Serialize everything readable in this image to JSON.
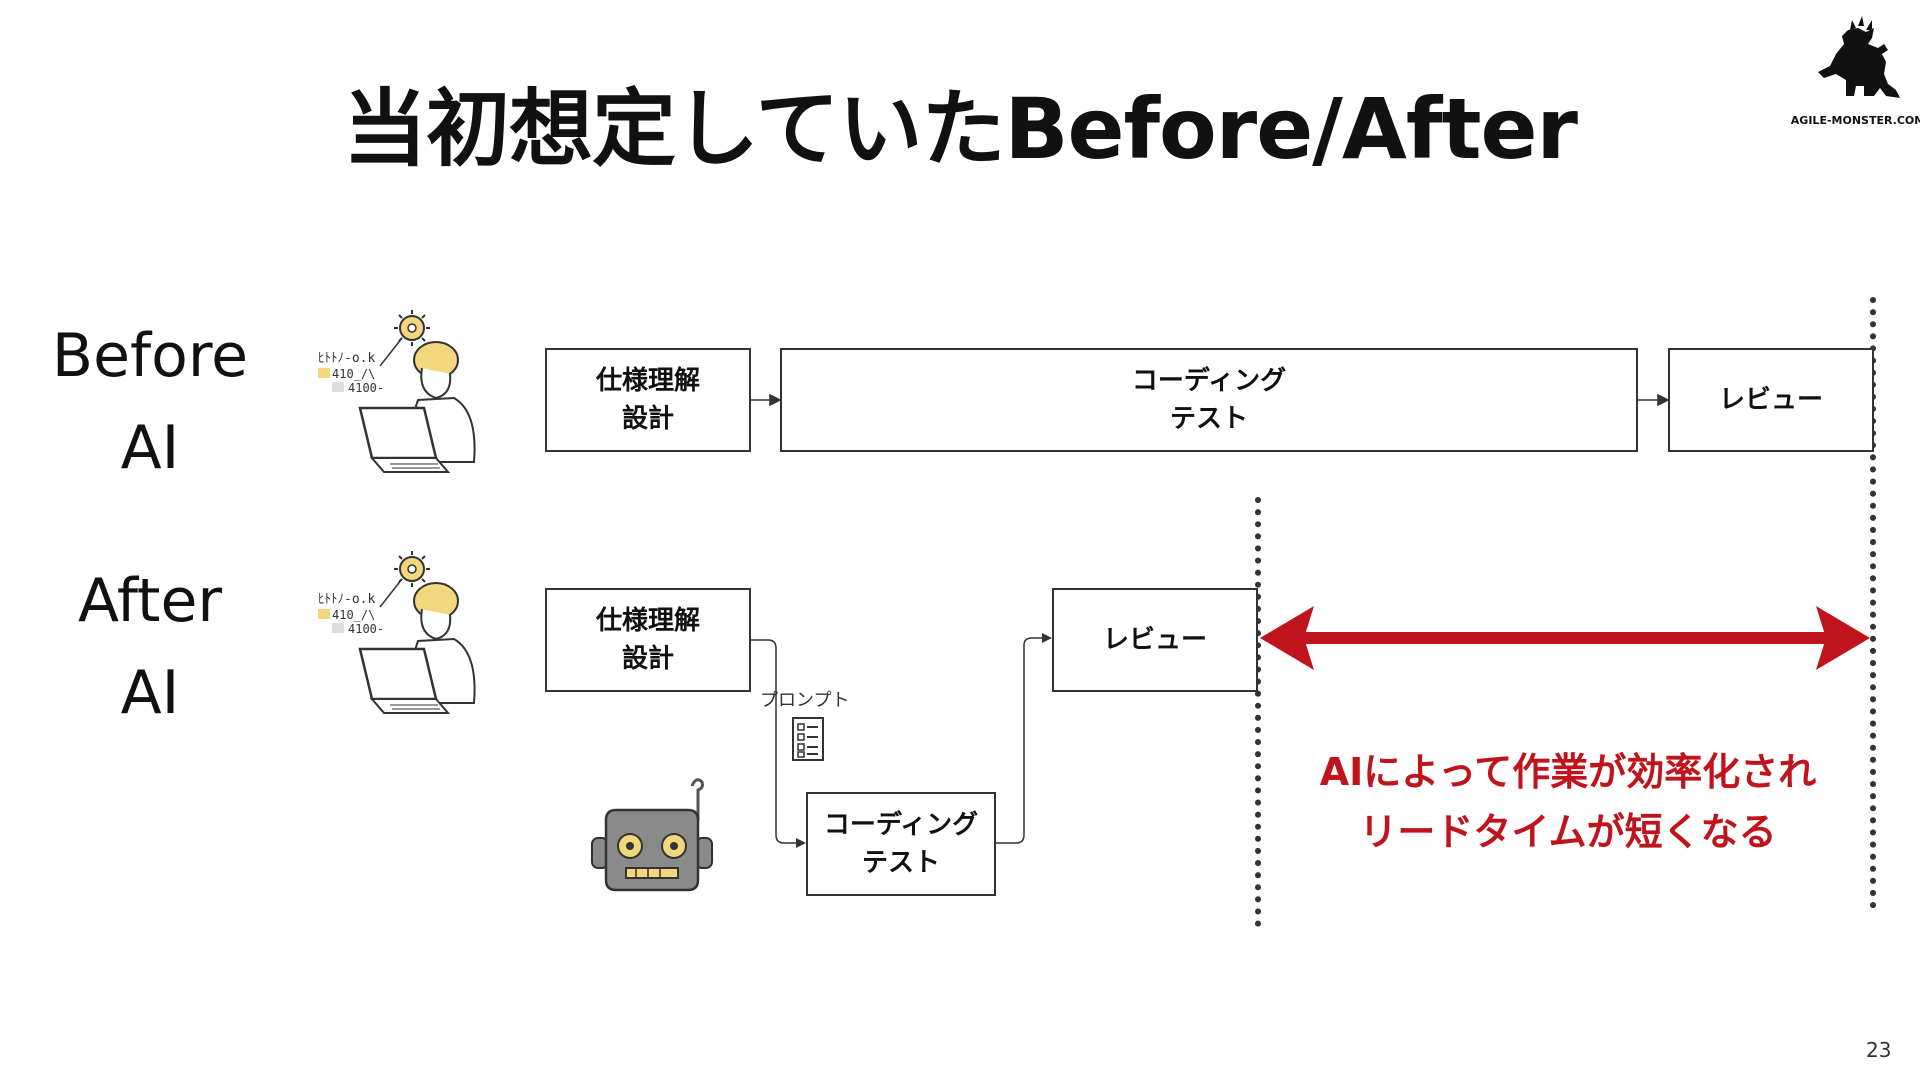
{
  "title": "当初想定していたBefore/After",
  "logo": {
    "text": "AGILE-MONSTER.COM",
    "icon": "godzilla-icon"
  },
  "before": {
    "label_line1": "Before",
    "label_line2": "AI",
    "steps": [
      {
        "line1": "仕様理解",
        "line2": "設計"
      },
      {
        "line1": "コーディング",
        "line2": "テスト"
      },
      {
        "line1": "レビュー",
        "line2": ""
      }
    ]
  },
  "after": {
    "label_line1": "After",
    "label_line2": "AI",
    "steps": [
      {
        "line1": "仕様理解",
        "line2": "設計"
      },
      {
        "line1": "レビュー",
        "line2": ""
      },
      {
        "line1": "コーディング",
        "line2": "テスト"
      }
    ],
    "prompt_label": "プロンプト"
  },
  "message": {
    "line1": "AIによって作業が効率化され",
    "line2": "リードタイムが短くなる"
  },
  "colors": {
    "accent": "#c0141c",
    "stroke": "#333333",
    "person_hair": "#f2d77f",
    "robot": "#8a8a8a"
  },
  "page_number": "23"
}
